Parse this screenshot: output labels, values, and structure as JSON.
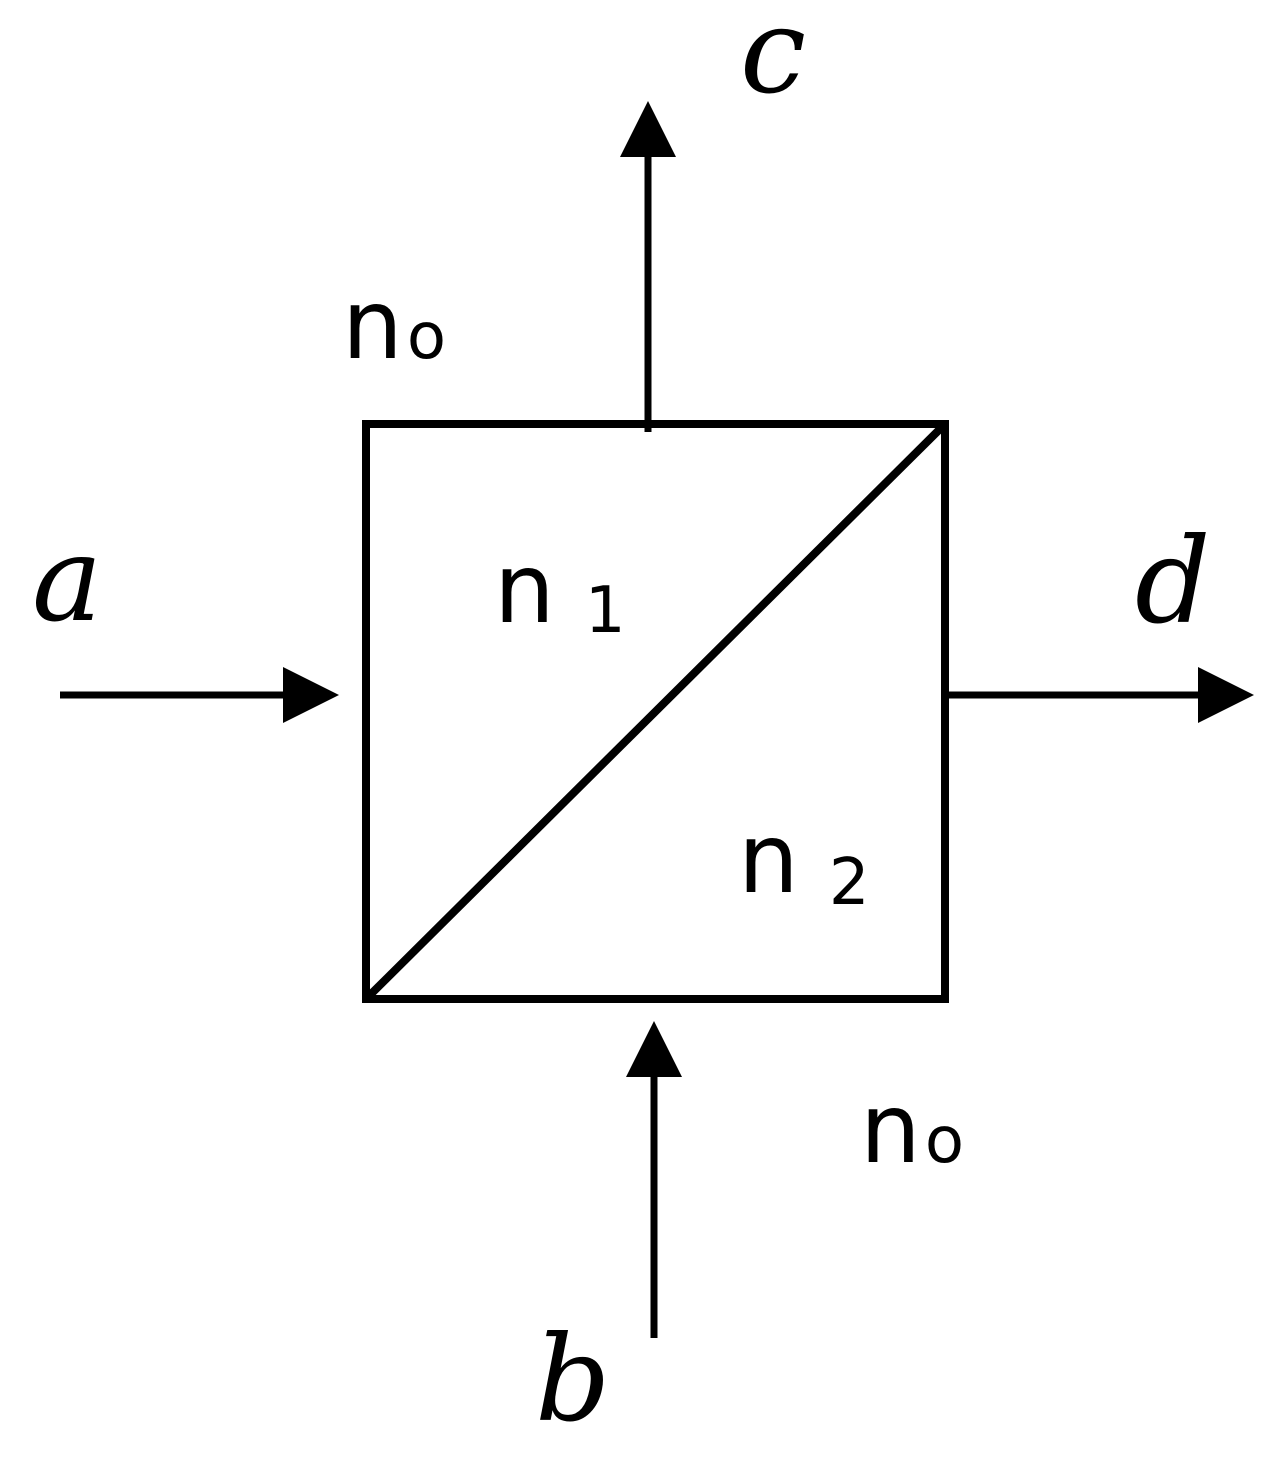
{
  "ports": {
    "a": "a",
    "b": "b",
    "c": "c",
    "d": "d"
  },
  "indices": {
    "outer_top": {
      "base": "n",
      "sub": "o"
    },
    "outer_bottom": {
      "base": "n",
      "sub": "o"
    },
    "prism_upper": {
      "base": "n",
      "sub": "1"
    },
    "prism_lower": {
      "base": "n",
      "sub": "2"
    }
  },
  "colors": {
    "stroke": "#000000",
    "background": "#ffffff"
  }
}
